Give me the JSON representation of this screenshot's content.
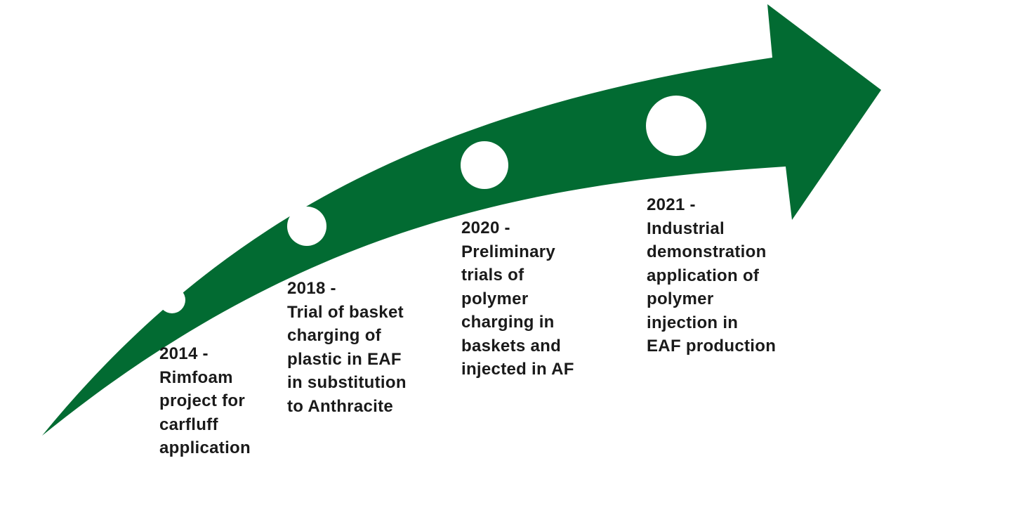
{
  "colors": {
    "arrow": "#026b32",
    "marker": "#ffffff",
    "text": "#1a1a1a",
    "background": "#ffffff"
  },
  "milestones": [
    {
      "year": "2014",
      "lines": [
        "2014 -",
        "Rimfoam",
        "project for",
        "carfluff",
        "application"
      ]
    },
    {
      "year": "2018",
      "lines": [
        "2018 -",
        "Trial of basket",
        "charging of",
        "plastic in EAF",
        "in substitution",
        "to Anthracite"
      ]
    },
    {
      "year": "2020",
      "lines": [
        "2020 -",
        "Preliminary",
        "trials of",
        "polymer",
        "charging in",
        "baskets and",
        "injected in AF"
      ]
    },
    {
      "year": "2021",
      "lines": [
        "2021 -",
        "Industrial",
        "demonstration",
        "application of",
        "polymer",
        "injection in",
        "EAF production"
      ]
    }
  ]
}
